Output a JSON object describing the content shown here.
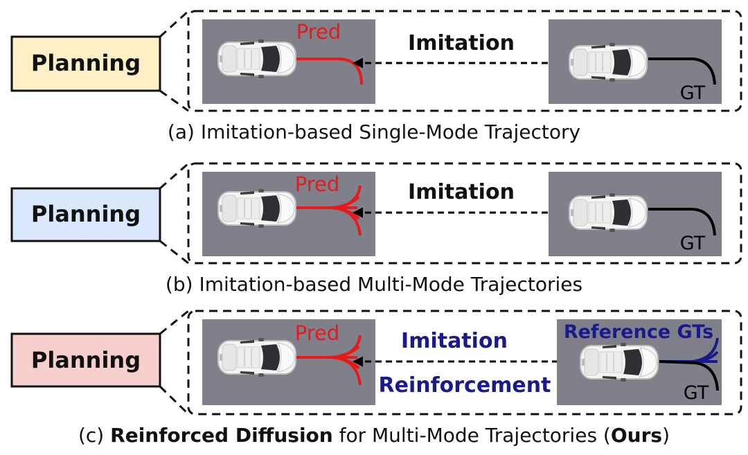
{
  "colors": {
    "planning_a_fill": "#fdefc6",
    "planning_b_fill": "#dae8fc",
    "planning_c_fill": "#f7d0cd",
    "road_gray": "#7f8089",
    "pred_red": "#e8191b",
    "reference_blue": "#1a1a8c",
    "gt_black": "#000000"
  },
  "panels": [
    {
      "planning_label": "Planning",
      "pred_label": "Pred",
      "relation_label": "Imitation",
      "gt_label": "GT",
      "pred_mode": "single",
      "caption": "(a) Imitation-based Single-Mode Trajectory"
    },
    {
      "planning_label": "Planning",
      "pred_label": "Pred",
      "relation_label": "Imitation",
      "gt_label": "GT",
      "pred_mode": "multi",
      "caption": "(b) Imitation-based Multi-Mode Trajectories"
    },
    {
      "planning_label": "Planning",
      "pred_label": "Pred",
      "relation_label": "Imitation",
      "relation_label_2": "Reinforcement",
      "gt_label": "GT",
      "reference_label": "Reference GTs",
      "pred_mode": "multi",
      "caption_prefix": "(c) ",
      "caption_bold_1": "Reinforced Diffusion",
      "caption_mid": " for Multi-Mode Trajectories (",
      "caption_bold_2": "Ours",
      "caption_suffix": ")"
    }
  ],
  "icons": [
    "car-icon",
    "dashed-double-arrow-icon"
  ]
}
